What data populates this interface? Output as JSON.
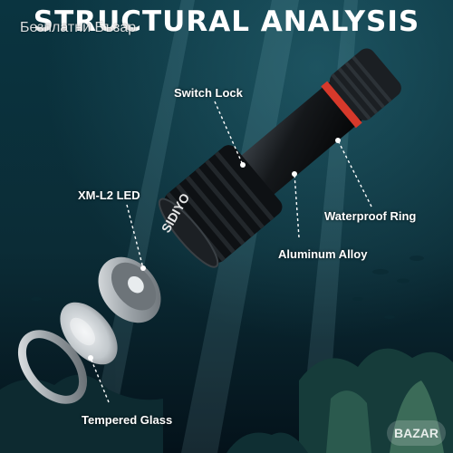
{
  "heading": {
    "title": "STRUCTURAL ANALYSIS"
  },
  "overlay": {
    "watermark": "Безплатни Бъзар"
  },
  "labels": {
    "switch_lock": "Switch Lock",
    "xm_l2_led": "XM-L2 LED",
    "waterproof_ring": "Waterproof Ring",
    "aluminum_alloy": "Aluminum Alloy",
    "tempered_glass": "Tempered Glass"
  },
  "brand": {
    "body_mark": "SIDIYO",
    "logo": "BAZAR"
  },
  "colors": {
    "ocean_top": "#0a3440",
    "ocean_bottom": "#04121a",
    "ring_accent": "#d6392b",
    "metal": "#bfc4c8",
    "body": "#111417"
  }
}
